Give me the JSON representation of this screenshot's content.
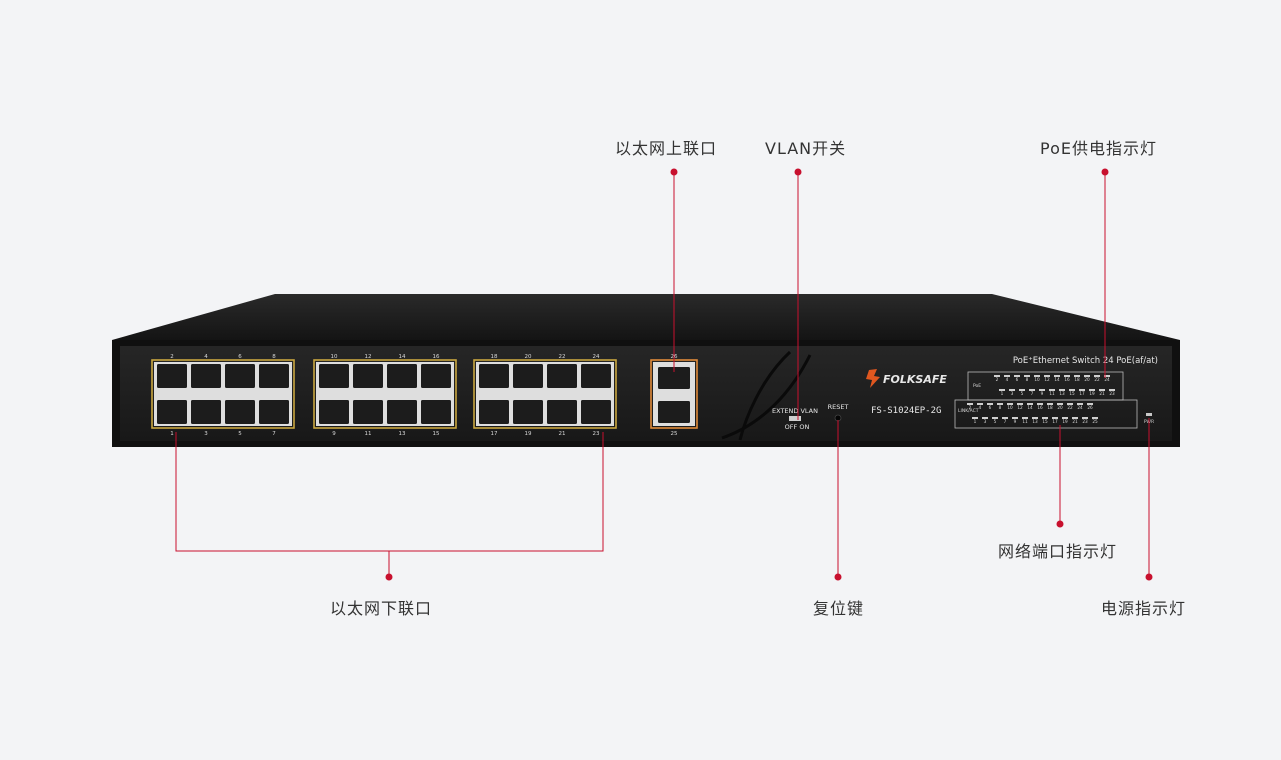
{
  "colors": {
    "background": "#f3f4f6",
    "callout_line": "#c8102e",
    "port_frame_downlink": "#c9a640",
    "port_frame_uplink": "#e08a3a",
    "brand_logo": "#e0571f"
  },
  "device": {
    "brand": "FOLKSAFE",
    "model": "FS-S1024EP-2G",
    "front_title": "PoE⁺Ethernet Switch 24 PoE(af/at)",
    "vlan_switch": {
      "top_label": "EXTEND VLAN",
      "bottom_label": "OFF ON"
    },
    "reset_label": "RESET",
    "power_label": "PWR",
    "led_rows": [
      {
        "label": "PoE",
        "top_numbers": [
          "2",
          "4",
          "6",
          "8",
          "10",
          "12",
          "14",
          "16",
          "18",
          "20",
          "22",
          "24"
        ],
        "bottom_numbers": [
          "1",
          "3",
          "5",
          "7",
          "9",
          "11",
          "13",
          "15",
          "17",
          "19",
          "21",
          "23"
        ]
      },
      {
        "label": "LINK/ACT",
        "top_numbers": [
          "2",
          "4",
          "6",
          "8",
          "10",
          "12",
          "14",
          "16",
          "18",
          "20",
          "22",
          "24",
          "26"
        ],
        "bottom_numbers": [
          "1",
          "3",
          "5",
          "7",
          "9",
          "11",
          "13",
          "15",
          "17",
          "19",
          "21",
          "23",
          "25"
        ]
      }
    ],
    "port_groups": [
      {
        "top_numbers": [
          "2",
          "4",
          "6",
          "8"
        ],
        "bottom_numbers": [
          "1",
          "3",
          "5",
          "7"
        ]
      },
      {
        "top_numbers": [
          "10",
          "12",
          "14",
          "16"
        ],
        "bottom_numbers": [
          "9",
          "11",
          "13",
          "15"
        ]
      },
      {
        "top_numbers": [
          "18",
          "20",
          "22",
          "24"
        ],
        "bottom_numbers": [
          "17",
          "19",
          "21",
          "23"
        ]
      }
    ],
    "uplink_ports": {
      "top_number": "26",
      "bottom_number": "25"
    }
  },
  "callouts": {
    "uplink": "以太网上联口",
    "vlan": "VLAN开关",
    "poe_led": "PoE供电指示灯",
    "downlink": "以太网下联口",
    "reset": "复位键",
    "port_led": "网络端口指示灯",
    "power_led": "电源指示灯"
  }
}
